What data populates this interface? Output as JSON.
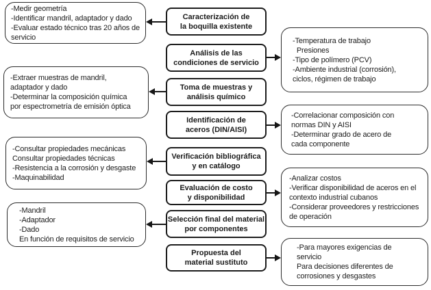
{
  "flowchart": {
    "colors": {
      "background": "#ffffff",
      "box_border": "#1c1c1c",
      "text": "#1a1a1a",
      "arrow": "#161616"
    },
    "center_steps": [
      {
        "label": "Caracterización de\nla boquilla existente",
        "arrow": "left"
      },
      {
        "label": "Análisis de las\ncondiciones de servicio",
        "arrow": "right"
      },
      {
        "label": "Toma de muestras y\nanálisis químico",
        "arrow": "left"
      },
      {
        "label": "Identificación de\naceros (DIN/AISI)",
        "arrow": "right"
      },
      {
        "label": "Verificación bibliográfica\ny en catálogo",
        "arrow": "left"
      },
      {
        "label": "Evaluación de costo\ny disponibilidad",
        "arrow": "right"
      },
      {
        "label": "Selección final del material\npor componentes",
        "arrow": "left"
      },
      {
        "label": "Propuesta del\nmaterial sustituto",
        "arrow": "right"
      }
    ],
    "left_notes": [
      {
        "lines": [
          "-Medir geometría",
          "-Identificar mandril, adaptador y dado",
          "-Evaluar estado técnico tras 20 años de",
          "servicio"
        ]
      },
      {
        "lines": [
          "-Extraer muestras de mandril,",
          "adaptador y dado",
          "-Determinar la composición química",
          "por espectrometría de emisión óptica"
        ]
      },
      {
        "lines": [
          "-Consultar propiedades mecánicas",
          "Consultar propiedades técnicas",
          "-Resistencia a la corrosión y desgaste",
          "-Maquinabilidad"
        ]
      },
      {
        "lines": [
          "-Mandril",
          "-Adaptador",
          "-Dado",
          "En función de requisitos de servicio"
        ]
      }
    ],
    "right_notes": [
      {
        "lines": [
          "-Temperatura de trabajo",
          "  Presiones",
          "-Tipo de polímero (PCV)",
          "-Ambiente industrial (corrosión),",
          "ciclos, régimen de trabajo"
        ]
      },
      {
        "lines": [
          "-Correlacionar composición con",
          "normas DIN y AISI",
          "-Determinar grado de acero de",
          "cada componente"
        ]
      },
      {
        "lines": [
          "-Analizar costos",
          "-Verificar disponibilidad de aceros en el",
          "contexto industrial cubanos",
          "-Considerar proveedores y restricciones",
          "de operación"
        ]
      },
      {
        "lines": [
          "-Para mayores exigencias de",
          "servicio",
          "Para decisiones diferentes de",
          "corrosiones y desgastes"
        ]
      }
    ]
  }
}
